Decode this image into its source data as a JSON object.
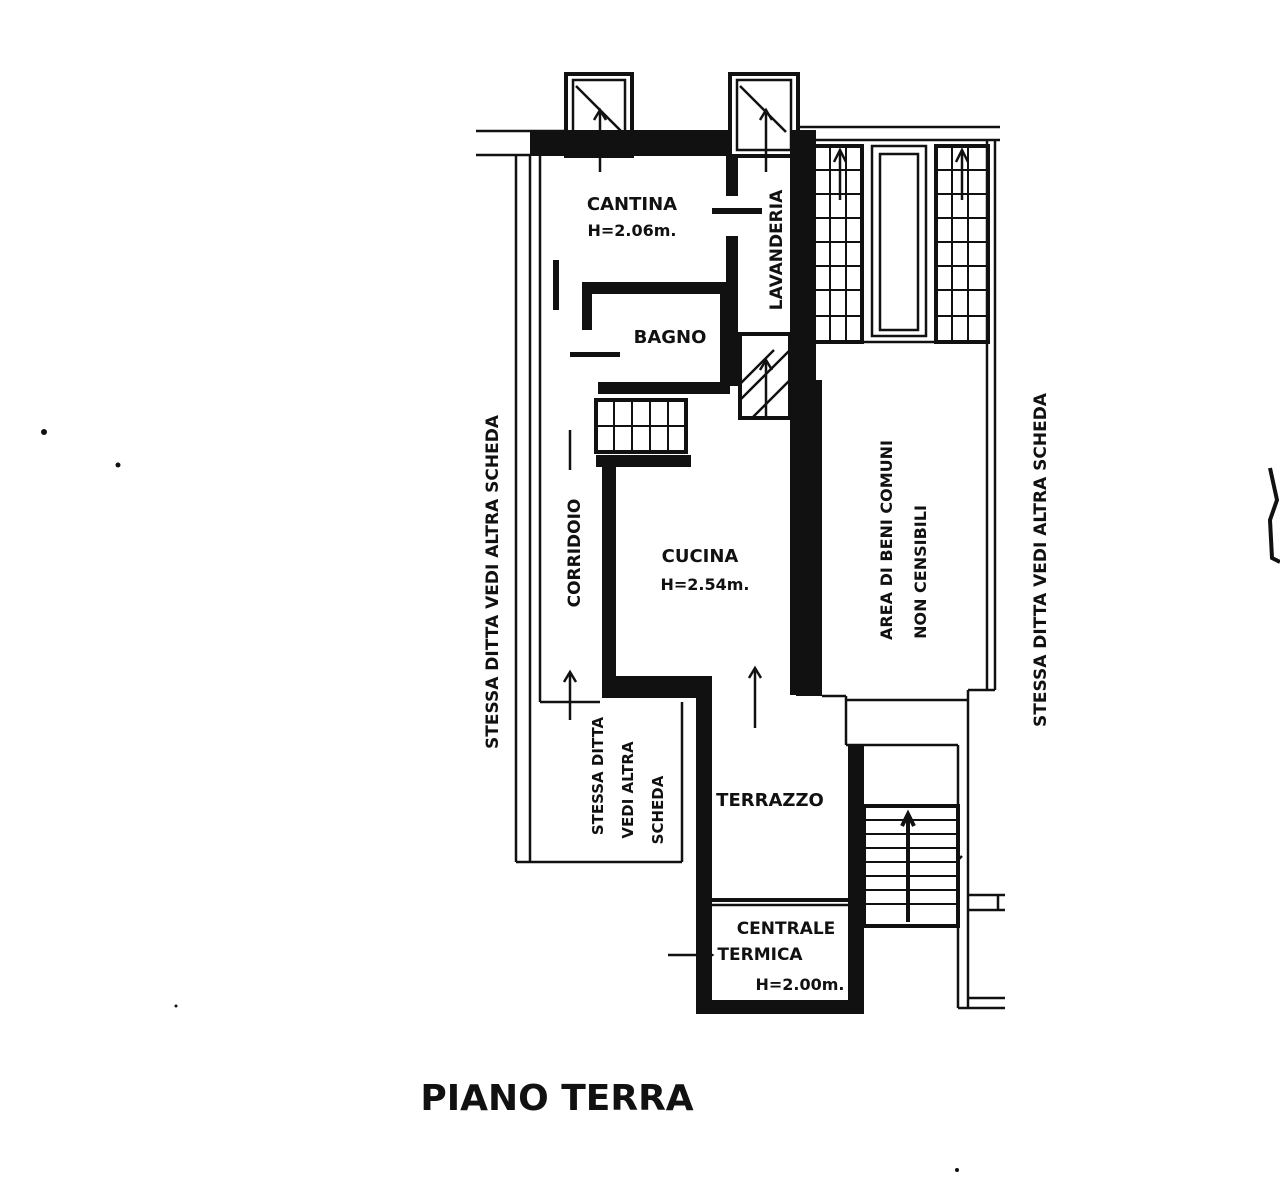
{
  "caption": "PIANO TERRA",
  "rooms": {
    "cantina_name": "CANTINA",
    "cantina_height": "H=2.06m.",
    "lavanderia": "LAVANDERIA",
    "bagno": "BAGNO",
    "corridoio": "CORRIDOIO",
    "cucina_name": "CUCINA",
    "cucina_height": "H=2.54m.",
    "area_line1": "AREA DI BENI COMUNI",
    "area_line2": "NON CENSIBILI",
    "terrazzo": "TERRAZZO",
    "centrale_line1": "CENTRALE",
    "centrale_line2": "TERMICA",
    "centrale_height": "H=2.00m."
  },
  "annotations": {
    "left_side": "STESSA DITTA VEDI ALTRA SCHEDA",
    "right_side": "STESSA DITTA VEDI ALTRA SCHEDA",
    "small_line1": "STESSA DITTA",
    "small_line2": "VEDI ALTRA",
    "small_line3": "SCHEDA"
  }
}
